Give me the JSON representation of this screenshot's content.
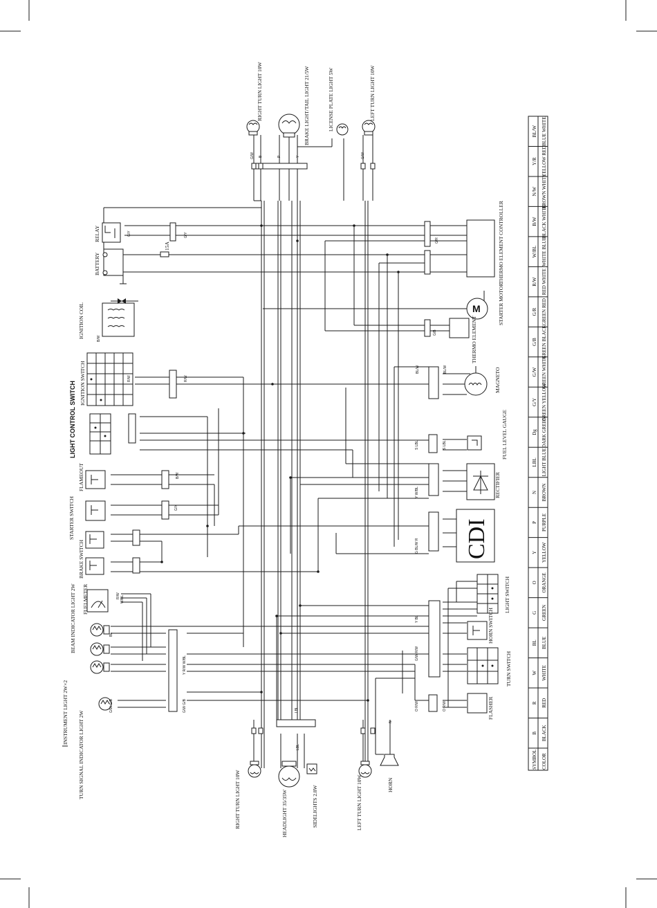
{
  "components": {
    "rt_turn_top": "RIGHT TURN LIGHT 10W",
    "brake_tail": "BRAKE LIGHT/TAIL LIGHT 21/5W",
    "license": "LICENSE PLATE LIGHT 5W",
    "lt_turn_top": "LEFT TURN LIGHT 10W",
    "relay": "RELAY",
    "battery": "BATTERY",
    "ign_coil": "IGNITION COIL",
    "ign_switch": "IGNITION SWITCH",
    "light_ctrl": "LIGHT CONTROL SWITCH",
    "flameout": "FLAMEOUT",
    "starter_sw": "STARTER SWITCH",
    "brake_sw": "BRAKE SWITCH",
    "fuelmeter": "FUELMETER",
    "beam_ind": "BEAM INDICATOR LIGHT 2W",
    "instr": "INSTRUMENT LIGHT 2W×2",
    "turn_ind": "TURN SIGNAL INDICATOR LIGHT 2W",
    "rt_turn_bot": "RIGHT TURN LIGHT 10W",
    "headlight": "HEADLIGHT 35/35W",
    "sidelights": "SIDELIGHTS 2.8W",
    "lt_turn_bot": "LEFT TURN LIGHT 10W",
    "horn": "HORN",
    "thermo_ctrl": "THERMO ELEMENT CONTROLLER",
    "starter_motor": "STARTER MOTOR",
    "thermo_el": "THERMO ELEMENT",
    "magneto": "MAGNETO",
    "fuel_gauge": "FUEL LEVEL GAUGE",
    "rectifier": "RECTIFIER",
    "cdi": "CDI",
    "light_sw": "LIGHT SWITCH",
    "horn_sw": "HORN SWITCH",
    "turn_sw": "TURN SWITCH",
    "flasher": "FLASHER",
    "fuse": "15A",
    "motor_letter": "M"
  },
  "wire_labels": {
    "gw": "G/W",
    "b": "B",
    "p": "P",
    "y": "Y",
    "gy": "G/Y",
    "rw": "R/W",
    "bw": "B/W",
    "bl": "BL",
    "wbl": "W/BL",
    "yrw": "Y R/W W/BL",
    "gwgb": "G/W G/B",
    "lbl": "LBL",
    "n": "N",
    "gr": "G/R",
    "gb": "G/B",
    "blw": "BL/W",
    "w": "W",
    "r": "R",
    "ywbl": "Y W/BL",
    "gblwr": "G BL/W R",
    "slbl": "S LBL",
    "ybl": "Y BL",
    "gwrw": "G/W R/W",
    "orw": "O R/W"
  },
  "color_table": {
    "header_symbol": "SYMBOL",
    "header_color": "COLOR",
    "rows": [
      {
        "sym": "B",
        "col": "BLACK"
      },
      {
        "sym": "R",
        "col": "RED"
      },
      {
        "sym": "W",
        "col": "WHITE"
      },
      {
        "sym": "BL",
        "col": "BLUE"
      },
      {
        "sym": "G",
        "col": "GREEN"
      },
      {
        "sym": "O",
        "col": "ORANGE"
      },
      {
        "sym": "Y",
        "col": "YELLOW"
      },
      {
        "sym": "P",
        "col": "PURPLE"
      },
      {
        "sym": "N",
        "col": "BROWN"
      },
      {
        "sym": "LBL",
        "col": "LIGHT BLUE"
      },
      {
        "sym": "Dg",
        "col": "DARK GREEN"
      },
      {
        "sym": "G/Y",
        "col": "GREEN YELLOW"
      },
      {
        "sym": "G/W",
        "col": "GREEN WHITE"
      },
      {
        "sym": "G/B",
        "col": "GREEN BLACK"
      },
      {
        "sym": "G/R",
        "col": "GREEN RED"
      },
      {
        "sym": "R/W",
        "col": "RED WHITE"
      },
      {
        "sym": "W/BL",
        "col": "WHITE BLUE"
      },
      {
        "sym": "B/W",
        "col": "BLACK WHITE"
      },
      {
        "sym": "N/W",
        "col": "BROWN WHITE"
      },
      {
        "sym": "Y/R",
        "col": "YELLOW RED"
      },
      {
        "sym": "BL/W",
        "col": "BLUE WHITE"
      }
    ]
  }
}
